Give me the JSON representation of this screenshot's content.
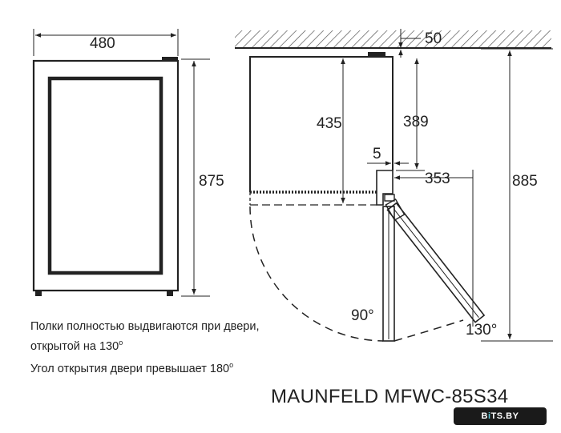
{
  "dimensions": {
    "width": "480",
    "height_front": "875",
    "wall_gap": "50",
    "depth_435": "435",
    "depth_389": "389",
    "hinge_5": "5",
    "door_353": "353",
    "total_885": "885"
  },
  "angles": {
    "a90": "90°",
    "a130": "130°"
  },
  "notes": {
    "line1": "Полки полностью выдвигаются при двери,",
    "line2": "открытой на 130",
    "line2_sup": "o",
    "line3": "Угол открытия двери превышает 180",
    "line3_sup": "o"
  },
  "model": "MAUNFELD MFWC-85S34",
  "watermark": {
    "left": "B",
    "dot": "i",
    "right": "TS.BY"
  }
}
